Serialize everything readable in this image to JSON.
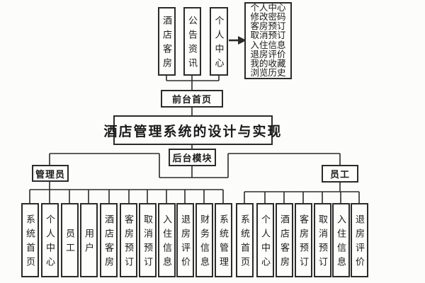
{
  "diagram": {
    "title": "酒店管理系统的设计与实现",
    "front": {
      "home_label": "前台首页",
      "modules": [
        "酒店客房",
        "公告资讯",
        "个人中心"
      ],
      "personal_center_detail": [
        "个人中心",
        "修改密码",
        "客房预订",
        "取消预订",
        "入住信息",
        "退房评价",
        "我的收藏",
        "浏览历史"
      ]
    },
    "back": {
      "module_label": "后台模块",
      "admin": {
        "label": "管理员",
        "children": [
          "系统首页",
          "个人中心",
          "员工",
          "用户",
          "酒店客房",
          "客房预订",
          "取消预订",
          "入住信息",
          "退房评价",
          "财务信息",
          "系统管理"
        ]
      },
      "staff": {
        "label": "员工",
        "children": [
          "系统首页",
          "个人中心",
          "酒店客房",
          "客房预订",
          "取消预订",
          "入住信息",
          "退房评价"
        ]
      }
    },
    "colors": {
      "line": "#2b2b2b",
      "box_background": "#fdfdfc",
      "text": "#1b1b1b"
    }
  }
}
